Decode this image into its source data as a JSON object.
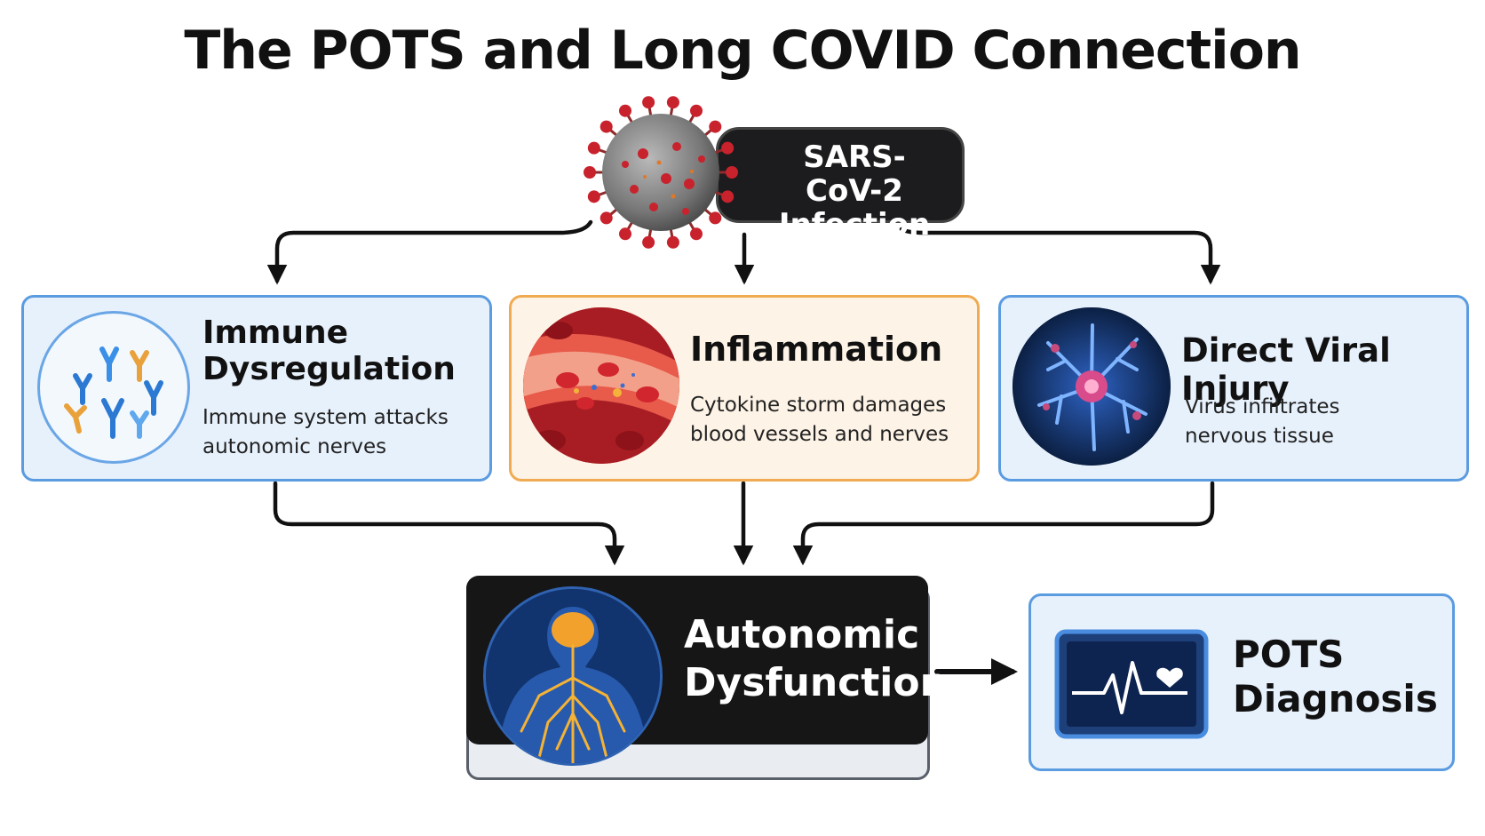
{
  "title": "The POTS and Long COVID Connection",
  "infection": {
    "line1": "SARS-CoV-2",
    "line2": "Infection",
    "icon": "coronavirus-icon"
  },
  "pathways": [
    {
      "title_line1": "Immune",
      "title_line2": "Dysregulation",
      "desc_line1": "Immune system attacks",
      "desc_line2": "autonomic nerves",
      "icon": "antibodies-icon"
    },
    {
      "title_line1": "Inflammation",
      "desc_line1": "Cytokine storm damages",
      "desc_line2": "blood vessels and nerves",
      "icon": "blood-vessel-icon"
    },
    {
      "title_line1": "Direct Viral Injury",
      "desc_line1": "Virus infiltrates",
      "desc_line2": "nervous tissue",
      "icon": "neuron-icon"
    }
  ],
  "autonomic": {
    "line1": "Autonomic",
    "line2": "Dysfunction",
    "icon": "nervous-system-body-icon"
  },
  "diagnosis": {
    "line1": "POTS",
    "line2": "Diagnosis",
    "icon": "heart-monitor-icon"
  },
  "colors": {
    "blue_border": "#5b9be0",
    "blue_fill": "#e7f1fc",
    "orange_border": "#f0ab52",
    "orange_fill": "#fdf3e6",
    "dark_fill": "#161617",
    "virus_spike": "#c8222d"
  }
}
